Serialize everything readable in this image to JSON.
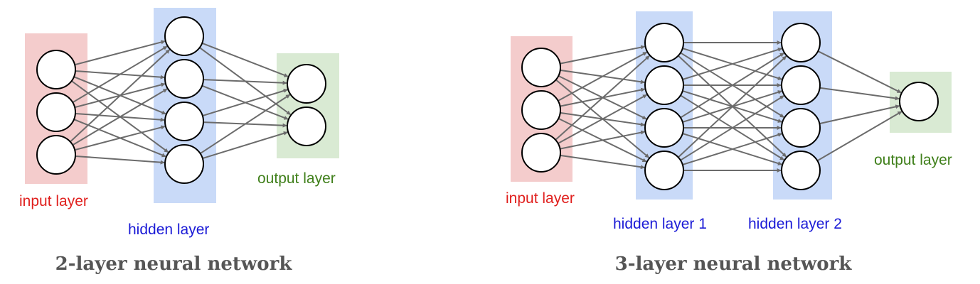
{
  "colors": {
    "input_band": "#f4cccc",
    "hidden_band": "#c9daf8",
    "output_band": "#d9ead3",
    "input_text": "#e0201e",
    "hidden_text": "#1a1ad6",
    "output_text": "#3f7f1a",
    "edge": "#6b6b6b",
    "caption": "#555555"
  },
  "diagrams": [
    {
      "caption": "2-layer neural network",
      "layers": [
        {
          "role": "input",
          "neurons": 3,
          "label": "input layer"
        },
        {
          "role": "hidden",
          "neurons": 4,
          "label": "hidden layer"
        },
        {
          "role": "output",
          "neurons": 2,
          "label": "output layer"
        }
      ]
    },
    {
      "caption": "3-layer neural network",
      "layers": [
        {
          "role": "input",
          "neurons": 3,
          "label": "input layer"
        },
        {
          "role": "hidden",
          "neurons": 4,
          "label": "hidden layer 1"
        },
        {
          "role": "hidden",
          "neurons": 4,
          "label": "hidden layer 2"
        },
        {
          "role": "output",
          "neurons": 1,
          "label": "output layer"
        }
      ]
    }
  ]
}
